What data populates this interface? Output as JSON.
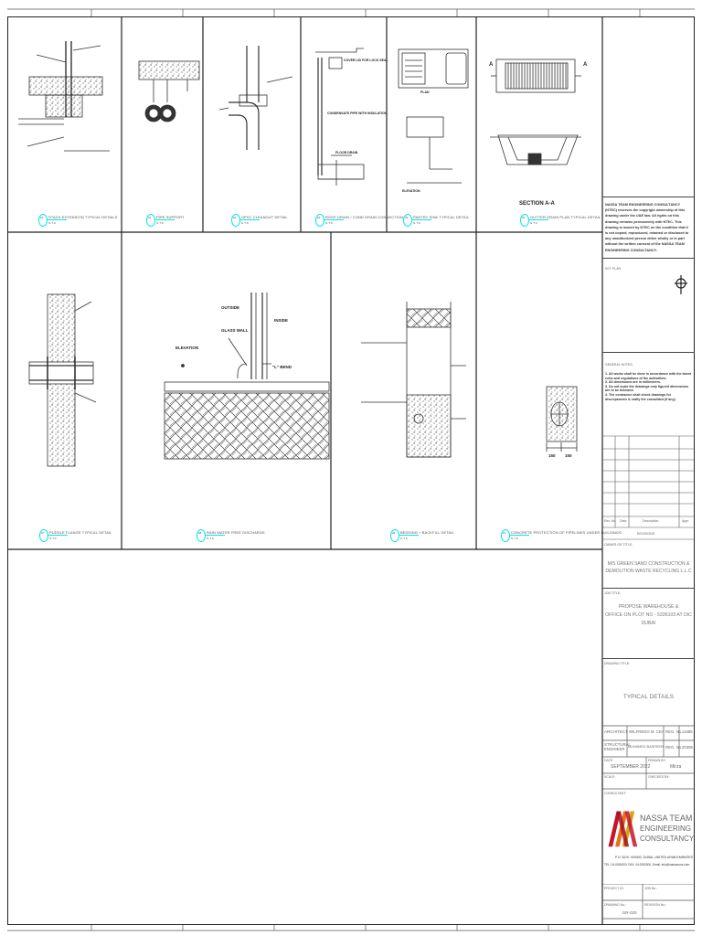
{
  "details": [
    {
      "number": "01",
      "title": "STACK EXTENSION TYPICAL DETAILS",
      "scale": "N.T.S"
    },
    {
      "number": "02",
      "title": "PIPE SUPPORT",
      "scale": "N.T.S"
    },
    {
      "number": "03",
      "title": "UPVC CLEANOUT DETAIL",
      "scale": "N.T.S"
    },
    {
      "number": "04",
      "title": "ROOF DRAIN / COND DRAIN CONNECTION",
      "scale": "N.T.S"
    },
    {
      "number": "05",
      "title": "PANTRY SINK TYPICAL DETAIL",
      "scale": "N.T.S"
    },
    {
      "number": "06",
      "title": "GUTTER DRAIN PLAN TYPICAL DETAIL",
      "scale": "N.T.S"
    },
    {
      "number": "07",
      "title": "PUDDLE FLANGE TYPICAL DETAIL",
      "scale": "N.T.S"
    },
    {
      "number": "08",
      "title": "RAIN WATER FREE DISCHARGE",
      "scale": "N.T.S"
    },
    {
      "number": "09",
      "title": "BEDDING + BACKFILL DETAIL",
      "scale": "N.T.S"
    },
    {
      "number": "10",
      "title": "CONCRETE PROTECTION OF PIPELINES UNDER BUILDINGS",
      "scale": "N.T.S"
    }
  ],
  "drawing_labels": {
    "section_aa": "SECTION A-A",
    "plan": "PLAN",
    "elevation": "ELEVATION",
    "outside": "OUTSIDE",
    "inside": "INSIDE",
    "glass_wall": "GLASS WALL",
    "l_bend": "\"L\" BEND",
    "dim_left": "150",
    "dim_right": "150",
    "cover_lid": "COVER LID FOR LOCK SEAL",
    "condensate_pipe": "CONDENSATE PIPE WITH INSULATION",
    "floor_drain": "FLOOR DRAIN",
    "section_a": "A"
  },
  "title_block": {
    "notice": "NASSA TEAM ENGINEERING CONSULTANCY (NTEC) reserves the copyright ownership of this drawing under the UAE law. All rights on this drawing remains permanently with NTEC. This drawing is issued by NTEC on the condition that it is not copied, reproduced, retained or disclosed to any unauthorized person either wholly or in part without the written consent of the NASSA TEAM ENGINEERING CONSULTANCY.",
    "key_plan_label": "KEY PLAN",
    "general_notes_label": "GENERAL NOTES:",
    "general_notes": [
      "1. All works shall be done in accordance with the latest rules and regulations of the authorities.",
      "2. All dimensions are in millimeters.",
      "3. Do not scale the drawings only figured dimensions are to be followed.",
      "4. The contractor shall check drawings for discrepancies & notify the consultant (if any)."
    ],
    "revision_headers": [
      "Rev. No.",
      "Date",
      "Description",
      "Appr."
    ],
    "revisions_label": "REVISIONS",
    "owner_label": "OWNER OR TITLE:",
    "owner": [
      "M/S GREEN SAND CONSTRUCTION &",
      "DEMOLITION WASTE RECYCLING L.L.C"
    ],
    "job_label": "JOB TITLE:",
    "job": [
      "PROPOSE WAREHOUSE &",
      "OFFICE ON PLOT NO - 5336103 AT DIC DUBAI"
    ],
    "drawing_title_label": "DRAWING TITLE:",
    "drawing_title": "TYPICAL DETAILS",
    "architect_label": "ARCHITECT",
    "architect": "WILFREDO M. CEA",
    "reg_label": "REG. No.",
    "architect_reg": "11685",
    "structural_label": "STRUCTURAL ENGINEER",
    "structural": "MUHAMED BASHEER",
    "structural_reg": "20305",
    "date_label": "DATE:",
    "date": "SEPTEMBER 2022",
    "drawn_label": "DRAWN BY:",
    "drawn": "Mirza",
    "scale_label": "SCALE:",
    "checked_label": "CHECKED BY:",
    "consultant_label": "CONSULTANT:",
    "consultant_name": "NASSA TEAM",
    "consultant_sub1": "ENGINEERING",
    "consultant_sub2": "CONSULTANCY",
    "consultant_address": "P.O. BOX: 000000, DUBAI, UNITED ARAB EMIRATES",
    "consultant_contact": "TEL: 04-0000000, FAX: 04-0000000, Email: info@nassacons.com",
    "project_id_label": "PROJECT ID:",
    "job_no_label": "JOB No.:",
    "drawing_no_label": "DRAWING No.:",
    "drawing_no": "DR-020",
    "revision_no_label": "REVISION No.:"
  },
  "colors": {
    "callout": "#00e5ee",
    "line": "#333333",
    "logo_red": "#c0182a",
    "logo_orange": "#e8701a",
    "logo_gold": "#d8a418"
  }
}
